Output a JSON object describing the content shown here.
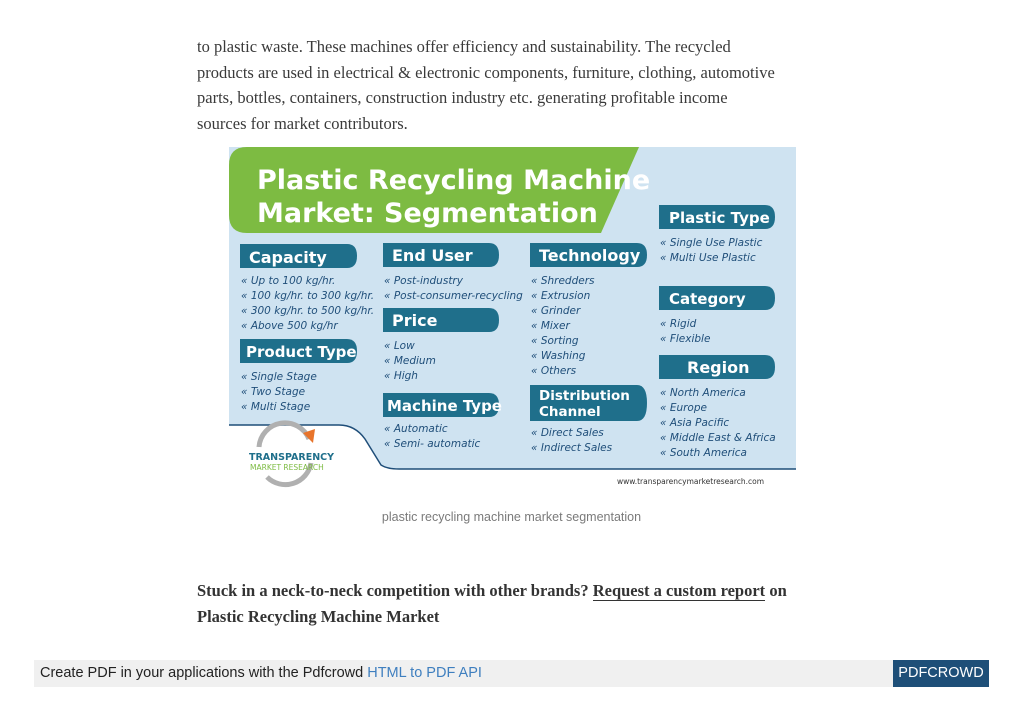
{
  "article": {
    "paragraph_lines": [
      "to plastic waste. These machines offer efficiency and sustainability. The recycled",
      "products are used in electrical & electronic components, furniture, clothing, automotive",
      "parts, bottles, containers, construction industry etc. generating profitable income",
      "sources for market contributors."
    ],
    "caption": "plastic recycling machine market segmentation",
    "cta_text": "Stuck in a neck-to-neck competition with other brands?",
    "cta_link": "Request a custom report",
    "cta_suffix": "on Plastic Recycling Machine Market"
  },
  "infographic": {
    "title_line1": "Plastic Recycling Machine",
    "title_line2": "Market: Segmentation",
    "capacity": {
      "heading": "Capacity",
      "items": [
        "« Up to 100 kg/hr.",
        "« 100 kg/hr. to 300 kg/hr.",
        "« 300 kg/hr. to 500 kg/hr.",
        "« Above 500 kg/hr"
      ]
    },
    "product_type": {
      "heading": "Product Type",
      "items": [
        "« Single Stage",
        "« Two Stage",
        "« Multi Stage"
      ]
    },
    "end_user": {
      "heading": "End User",
      "items": [
        "« Post-industry",
        "« Post-consumer-recycling"
      ]
    },
    "price": {
      "heading": "Price",
      "items": [
        "« Low",
        "« Medium",
        "« High"
      ]
    },
    "machine_type": {
      "heading": "Machine Type",
      "items": [
        "« Automatic",
        "« Semi- automatic"
      ]
    },
    "technology": {
      "heading": "Technology",
      "items": [
        "« Shredders",
        "« Extrusion",
        "« Grinder",
        "« Mixer",
        "« Sorting",
        "« Washing",
        "« Others"
      ]
    },
    "distribution": {
      "heading_line1": "Distribution",
      "heading_line2": "Channel",
      "items": [
        "« Direct Sales",
        "« Indirect Sales"
      ]
    },
    "plastic_type": {
      "heading": "Plastic Type",
      "items": [
        "« Single Use Plastic",
        "« Multi Use Plastic"
      ]
    },
    "category": {
      "heading": "Category",
      "items": [
        "« Rigid",
        "« Flexible"
      ]
    },
    "region": {
      "heading": "Region",
      "items": [
        "« North America",
        "« Europe",
        "« Asia Pacific",
        "« Middle East & Africa",
        "« South America"
      ]
    },
    "logo_line1": "TRANSPARENCY",
    "logo_line2": "MARKET RESEARCH",
    "website": "www.transparencymarketresearch.com",
    "colors": {
      "heading_bg": "#1f6f8b",
      "title_bg": "#7dbb42",
      "panel_bg": "#cfe3f1",
      "item_text": "#1f4e79"
    }
  },
  "footer": {
    "text": "Create PDF in your applications with the Pdfcrowd",
    "link": "HTML to PDF API",
    "button": "PDFCROWD"
  }
}
